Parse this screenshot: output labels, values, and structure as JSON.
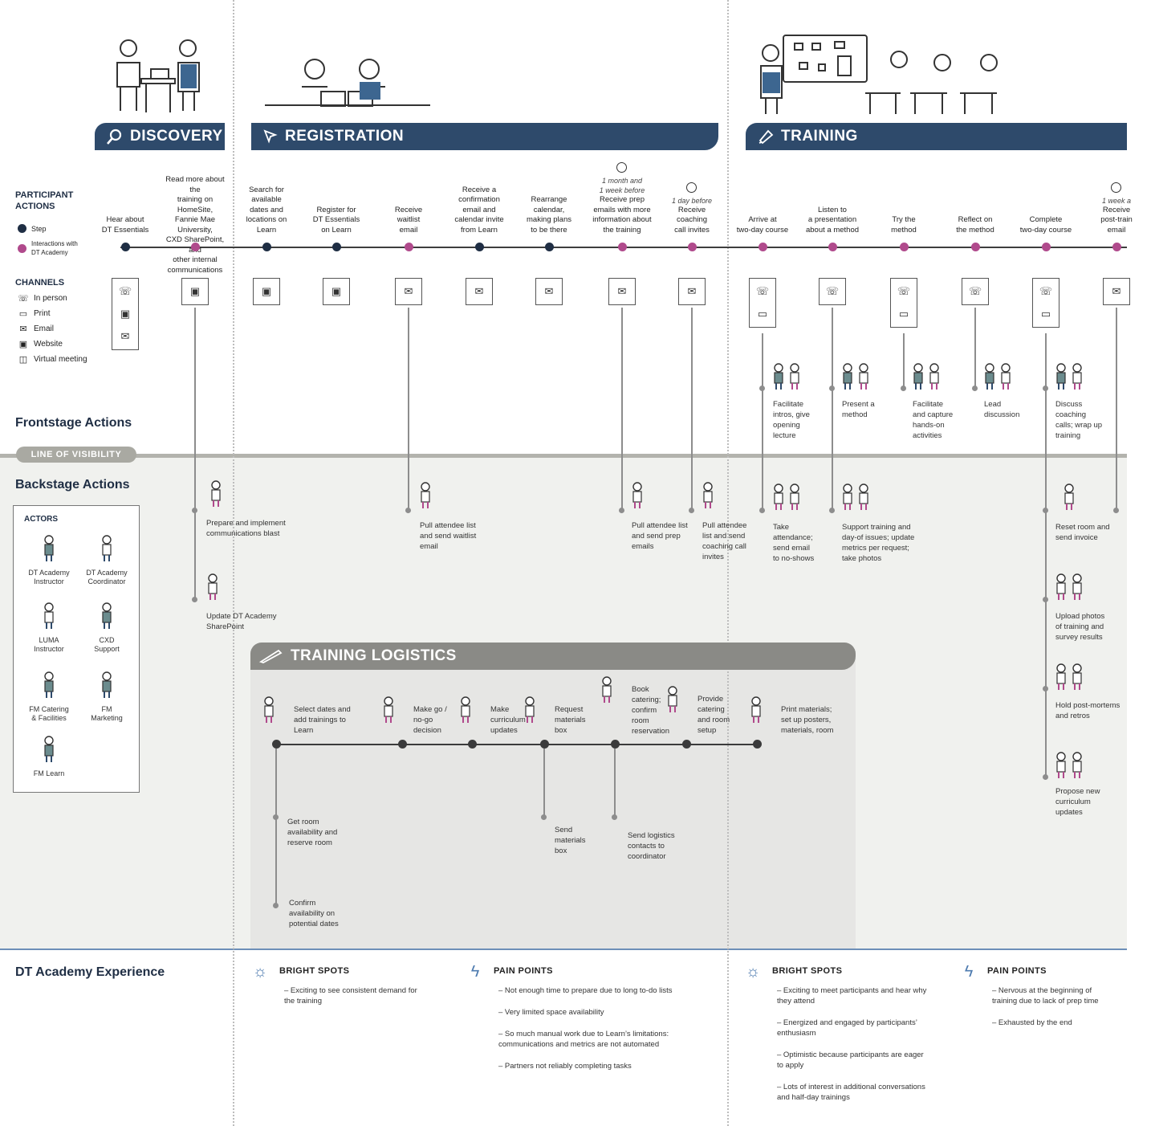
{
  "colors": {
    "navy": "#2e4a6b",
    "step": "#1f2e44",
    "interaction": "#b04a8c",
    "backstage": "#f0f1ee",
    "logistics": "#e8e8e6",
    "grey": "#8d8d8d"
  },
  "phases": {
    "discovery": "DISCOVERY",
    "registration": "REGISTRATION",
    "training": "TRAINING",
    "logistics": "TRAINING LOGISTICS"
  },
  "legend": {
    "participant_actions": "PARTICIPANT\nACTIONS",
    "step": "Step",
    "interactions": "Interactions with\nDT Academy",
    "channels_title": "CHANNELS",
    "channels": [
      {
        "icon": "in-person-icon",
        "label": "In person"
      },
      {
        "icon": "print-icon",
        "label": "Print"
      },
      {
        "icon": "email-icon",
        "label": "Email"
      },
      {
        "icon": "website-icon",
        "label": "Website"
      },
      {
        "icon": "virtual-meeting-icon",
        "label": "Virtual meeting"
      }
    ]
  },
  "steps": [
    {
      "label": "Hear about\nDT Essentials",
      "type": "step",
      "timing": ""
    },
    {
      "label": "Read more about the\ntraining on HomeSite,\nFannie Mae University,\nCXD SharePoint, and\nother internal\ncommunications",
      "type": "interaction",
      "timing": ""
    },
    {
      "label": "Search for\navailable\ndates and\nlocations on\nLearn",
      "type": "step",
      "timing": ""
    },
    {
      "label": "Register for\nDT Essentials\non Learn",
      "type": "step",
      "timing": ""
    },
    {
      "label": "Receive\nwaitlist\nemail",
      "type": "interaction",
      "timing": ""
    },
    {
      "label": "Receive a\nconfirmation\nemail and\ncalendar invite\nfrom Learn",
      "type": "step",
      "timing": ""
    },
    {
      "label": "Rearrange\ncalendar,\nmaking plans\nto be there",
      "type": "step",
      "timing": ""
    },
    {
      "label": "Receive prep\nemails with more\ninformation about\nthe training",
      "type": "interaction",
      "timing": "1 month and\n1 week before"
    },
    {
      "label": "Receive\ncoaching\ncall invites",
      "type": "interaction",
      "timing": "1 day before"
    },
    {
      "label": "Arrive at\ntwo-day course",
      "type": "interaction",
      "timing": ""
    },
    {
      "label": "Listen to\na presentation\nabout a method",
      "type": "interaction",
      "timing": ""
    },
    {
      "label": "Try the\nmethod",
      "type": "interaction",
      "timing": ""
    },
    {
      "label": "Reflect on\nthe method",
      "type": "interaction",
      "timing": ""
    },
    {
      "label": "Complete\ntwo-day course",
      "type": "interaction",
      "timing": ""
    },
    {
      "label": "Receive\npost-train\nemail",
      "type": "interaction",
      "timing": "1 week a"
    }
  ],
  "sections": {
    "frontstage": "Frontstage Actions",
    "visibility": "LINE OF VISIBILITY",
    "backstage": "Backstage Actions",
    "experience": "DT Academy Experience"
  },
  "frontstage": [
    "Facilitate\nintros, give\nopening\nlecture",
    "Present a\nmethod",
    "Facilitate\nand capture\nhands-on\nactivities",
    "Lead\ndiscussion",
    "Discuss\ncoaching\ncalls; wrap up\ntraining"
  ],
  "backstage": [
    "Prepare and implement\ncommunications blast",
    "Update DT Academy\nSharePoint",
    "Pull attendee list\nand send waitlist\nemail",
    "Pull attendee list\nand send prep\nemails",
    "Pull attendee\nlist and send\ncoaching call\ninvites",
    "Take\nattendance;\nsend email\nto no-shows",
    "Support training and\nday-of issues; update\nmetrics per request;\ntake photos",
    "Reset room and\nsend invoice",
    "Upload photos\nof training and\nsurvey results",
    "Hold post-mortems\nand retros",
    "Propose new\ncurriculum\nupdates"
  ],
  "actors": {
    "title": "ACTORS",
    "list": [
      "DT Academy\nInstructor",
      "DT Academy\nCoordinator",
      "LUMA\nInstructor",
      "CXD\nSupport",
      "FM Catering\n& Facilities",
      "FM\nMarketing",
      "FM Learn"
    ]
  },
  "logistics": {
    "steps": [
      "Select dates and\nadd trainings to\nLearn",
      "Make go /\nno-go\ndecision",
      "Make\ncurriculum\nupdates",
      "Request\nmaterials\nbox",
      "Book\ncatering;\nconfirm\nroom\nreservation",
      "Provide\ncatering\nand room\nsetup",
      "Print materials;\nset up posters,\nmaterials, room"
    ],
    "sub": [
      "Get room\navailability and\nreserve room",
      "Confirm\navailability on\npotential dates",
      "Send\nmaterials\nbox",
      "Send logistics\ncontacts to\ncoordinator"
    ]
  },
  "experience": {
    "bright1": {
      "title": "BRIGHT SPOTS",
      "items": [
        "– Exciting to see consistent demand for\n   the training"
      ]
    },
    "pain1": {
      "title": "PAIN POINTS",
      "items": [
        "– Not enough time to prepare due to long to-do lists",
        "– Very limited space availability",
        "– So much manual work due to Learn’s limitations:\n   communications and metrics are not automated",
        "– Partners not reliably completing tasks"
      ]
    },
    "bright2": {
      "title": "BRIGHT SPOTS",
      "items": [
        "– Exciting to meet participants and hear why\n   they attend",
        "– Energized and engaged by participants’\n   enthusiasm",
        "– Optimistic because participants are eager\n   to apply",
        "– Lots of interest in additional conversations\n   and half-day trainings"
      ]
    },
    "pain2": {
      "title": "PAIN POINTS",
      "items": [
        "– Nervous at the beginning of\n   training due to lack of prep time",
        "– Exhausted by the end"
      ]
    }
  }
}
